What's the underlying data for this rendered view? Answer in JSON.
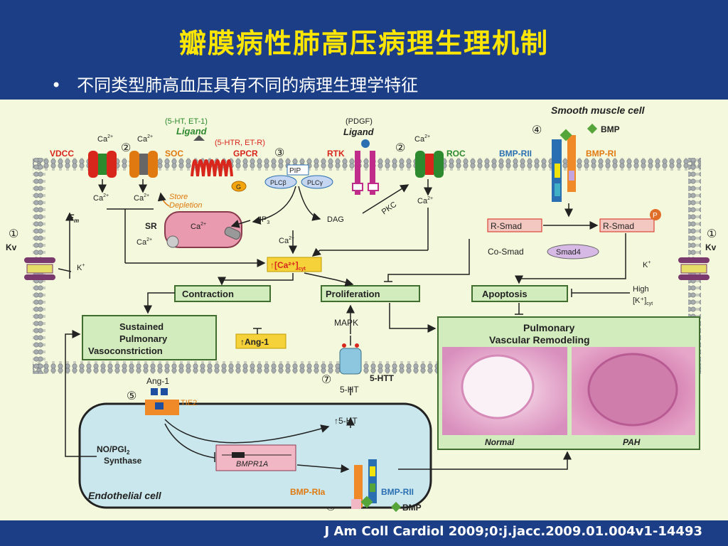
{
  "slide": {
    "title": "瓣膜病性肺高压病理生理机制",
    "bullet": "不同类型肺高血压具有不同的病理生理学特征",
    "citation": "J Am Coll Cardiol 2009;0:j.jacc.2009.01.004v1-14493"
  },
  "diagram": {
    "smooth_muscle_cell": "Smooth muscle cell",
    "endothelial_cell": "Endothelial cell",
    "ligand1_names": "(5-HT, ET-1)",
    "ligand1": "Ligand",
    "ligand2_names": "(PDGF)",
    "ligand2": "Ligand",
    "gpcr_receptors": "(5-HTR, ET-R)",
    "gpcr": "GPCR",
    "vdcc": "VDCC",
    "soc": "SOC",
    "rtk": "RTK",
    "roc": "ROC",
    "bmp_rii": "BMP-RII",
    "bmp_ri": "BMP-RI",
    "bmp": "BMP",
    "ca2": "Ca",
    "sup2": "2+",
    "store_depletion_1": "Store",
    "store_depletion_2": "Depletion",
    "sr": "SR",
    "ip3": "IP",
    "dag": "DAG",
    "pkc": "PKC",
    "pip2": "PIP",
    "plcb": "PLCβ",
    "plcg": "PLCγ",
    "g": "G",
    "em": "E",
    "kv": "Kv",
    "k_plus": "K",
    "ca_cyt": "↑[Ca²⁺]",
    "cyt": "cyt",
    "r_smad": "R-Smad",
    "p": "P",
    "co_smad": "Co-Smad",
    "smad4": "Smad4",
    "contraction": "Contraction",
    "proliferation": "Proliferation",
    "apoptosis": "Apoptosis",
    "high": "High",
    "k_cyt": "[K⁺]",
    "mapk": "MAPK",
    "spv": [
      "Sustained",
      "Pulmonary",
      "Vasoconstriction"
    ],
    "ang1_up": "↑Ang-1",
    "pvr": [
      "Pulmonary",
      "Vascular Remodeling"
    ],
    "normal": "Normal",
    "pah": "PAH",
    "htt": "5-HTT",
    "five_ht": "5-HT",
    "ang1": "Ang-1",
    "tie2": "TIE2",
    "up_5ht": "↑5-HT",
    "no_pgi": "NO/PGI",
    "no_pgi_sub": "2",
    "synthase": "Synthase",
    "bmpr1a": "BMPR1A",
    "bmp_ria": "BMP-RIa",
    "nums": [
      "①",
      "②",
      "③",
      "④",
      "⑤",
      "⑥",
      "⑦"
    ]
  },
  "colors": {
    "title": "#ffe600",
    "background": "#1b3e86",
    "figure_bg": "#f4f8dc",
    "membrane": "#9aa0a2",
    "label_red": "#d9261c",
    "label_green": "#2e8a2e",
    "box_green": "#d3ecbe",
    "box_border": "#3f6e2f"
  }
}
